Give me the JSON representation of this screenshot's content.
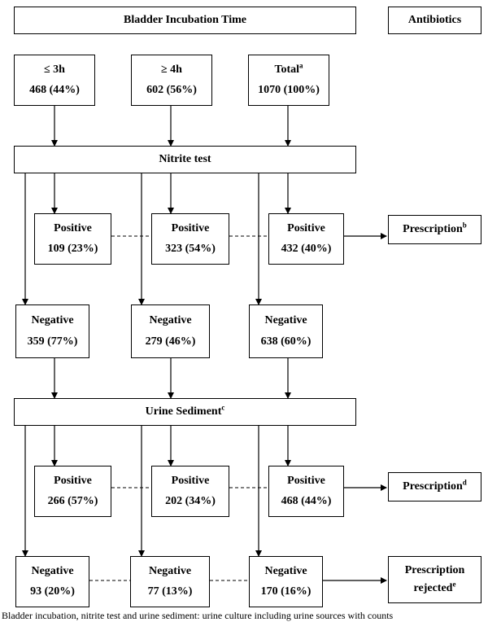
{
  "header": {
    "title": "Bladder Incubation Time",
    "antibiotics": "Antibiotics"
  },
  "groups": [
    {
      "label": "≤ 3h",
      "value": "468 (44%)"
    },
    {
      "label": "≥ 4h",
      "value": "602 (56%)"
    },
    {
      "label": "Total",
      "sup": "a",
      "value": "1070 (100%)"
    }
  ],
  "nitrite": {
    "title": "Nitrite test",
    "positive_label": "Positive",
    "negative_label": "Negative",
    "positive": [
      "109 (23%)",
      "323 (54%)",
      "432 (40%)"
    ],
    "negative": [
      "359 (77%)",
      "279 (46%)",
      "638 (60%)"
    ],
    "prescription": {
      "label": "Prescription",
      "sup": "b"
    }
  },
  "sediment": {
    "title": "Urine Sediment",
    "sup": "c",
    "positive_label": "Positive",
    "negative_label": "Negative",
    "positive": [
      "266 (57%)",
      "202 (34%)",
      "468 (44%)"
    ],
    "negative": [
      "93 (20%)",
      "77 (13%)",
      "170 (16%)"
    ],
    "prescription": {
      "label": "Prescription",
      "sup": "d"
    },
    "rejected": {
      "line1": "Prescription",
      "line2": "rejected",
      "sup": "e"
    }
  },
  "caption": "Bladder incubation, nitrite test and urine sediment: urine culture including urine sources with counts"
}
